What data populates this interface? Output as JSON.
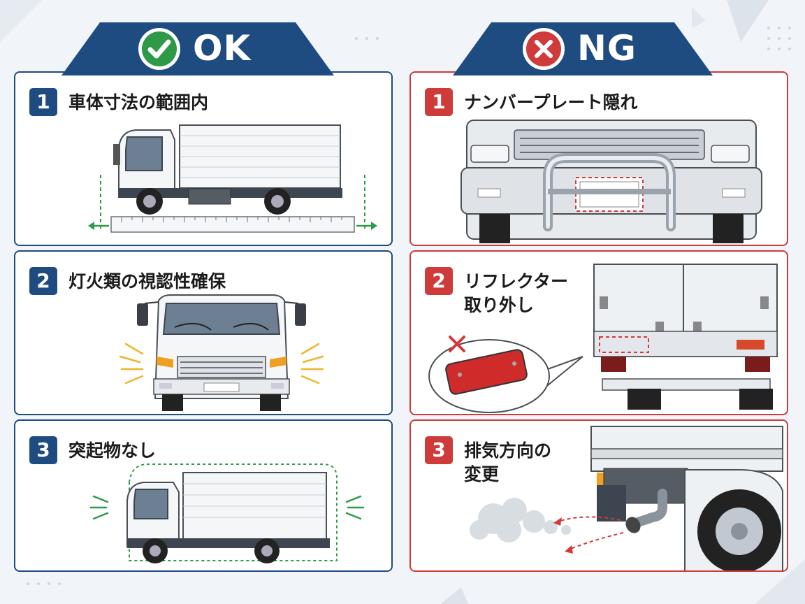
{
  "ok": {
    "label": "OK",
    "color": "#1e4b80",
    "check_color": "#2e9a47",
    "items": [
      {
        "num": "1",
        "title": "車体寸法の範囲内"
      },
      {
        "num": "2",
        "title": "灯火類の視認性確保"
      },
      {
        "num": "3",
        "title": "突起物なし"
      }
    ]
  },
  "ng": {
    "label": "NG",
    "color": "#cf3b3b",
    "items": [
      {
        "num": "1",
        "title": "ナンバープレート隠れ"
      },
      {
        "num": "2",
        "title": "リフレクター\n取り外し"
      },
      {
        "num": "3",
        "title": "排気方向の\n変更"
      }
    ]
  }
}
